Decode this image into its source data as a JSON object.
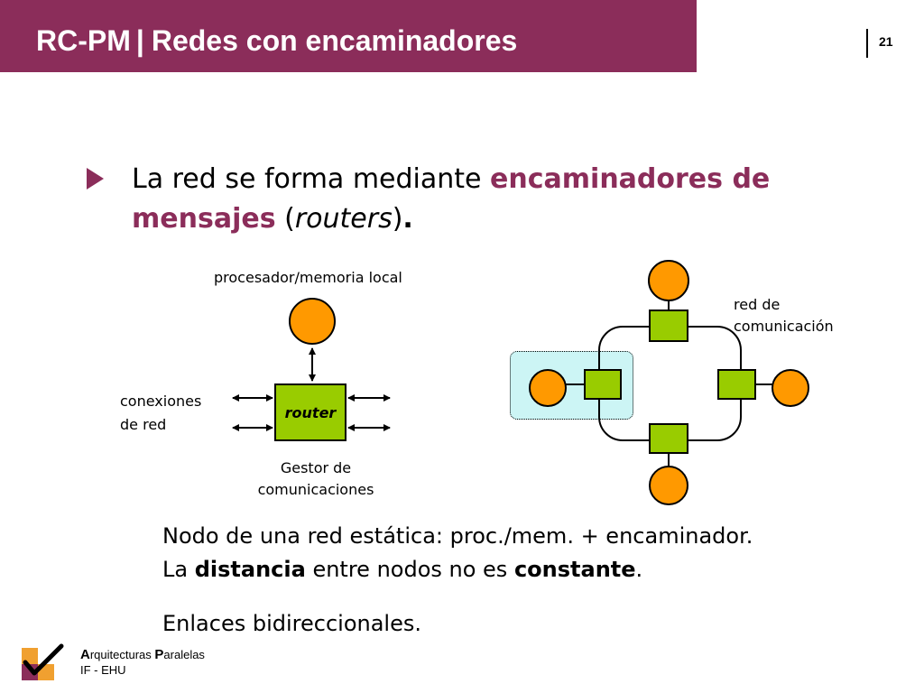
{
  "header": {
    "course": "RC-PM",
    "separator": "|",
    "title": "Redes con encaminadores",
    "page_number": "21"
  },
  "bullet": {
    "text_1": "La red se forma mediante ",
    "highlight_1": "encaminadores de",
    "highlight_2": "mensajes",
    "text_2": " (",
    "italic": "routers",
    "text_3": ")",
    "text_4": "."
  },
  "diagram_node": {
    "cpu_label": "procesador/memoria local",
    "router_label": "router",
    "connections_label_1": "conexiones",
    "connections_label_2": "de red",
    "manager_label_1": "Gestor de",
    "manager_label_2": "comunicaciones"
  },
  "diagram_network": {
    "network_label_1": "red de",
    "network_label_2": "comunicación"
  },
  "description": {
    "line1": "Nodo de una red estática: proc./mem. + encaminador.",
    "line2_a": "La ",
    "line2_b": "distancia",
    "line2_c": " entre nodos no es ",
    "line2_d": "constante",
    "line2_e": ".",
    "line3": "Enlaces bidireccionales."
  },
  "footer": {
    "a_initial": "A",
    "a_rest": "rquitecturas ",
    "p_initial": "P",
    "p_rest": "aralelas",
    "line2": "IF - EHU"
  },
  "colors": {
    "brand": "#8b2d5a",
    "router_green": "#99cc00",
    "cpu_orange": "#ff9900",
    "highlight_cyan": "#ccf5f5"
  }
}
